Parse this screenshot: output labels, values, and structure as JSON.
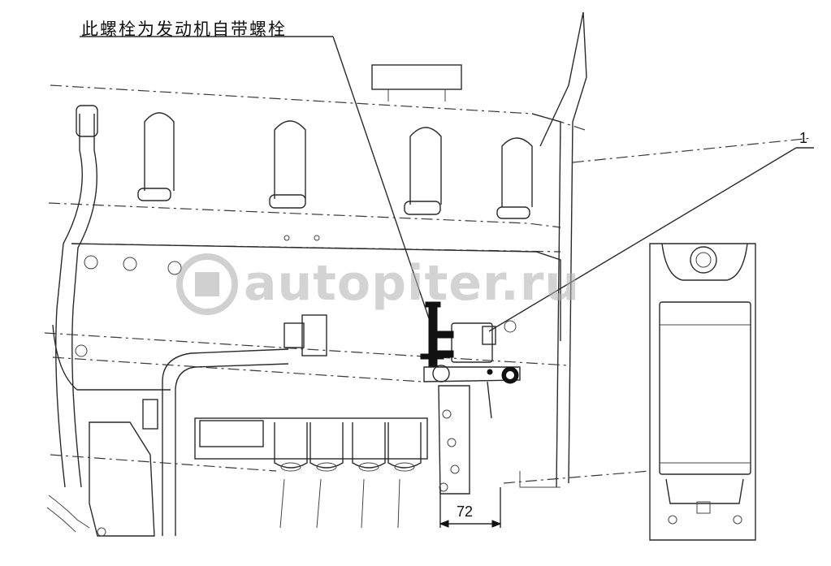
{
  "diagram": {
    "caption": "此螺栓为发动机自带螺栓",
    "callout_number": "1",
    "dimension_label": "72",
    "watermark": "autopiter.ru"
  },
  "colors": {
    "line": "#2a2a2a",
    "background": "#ffffff",
    "watermark": "#afafaf"
  }
}
